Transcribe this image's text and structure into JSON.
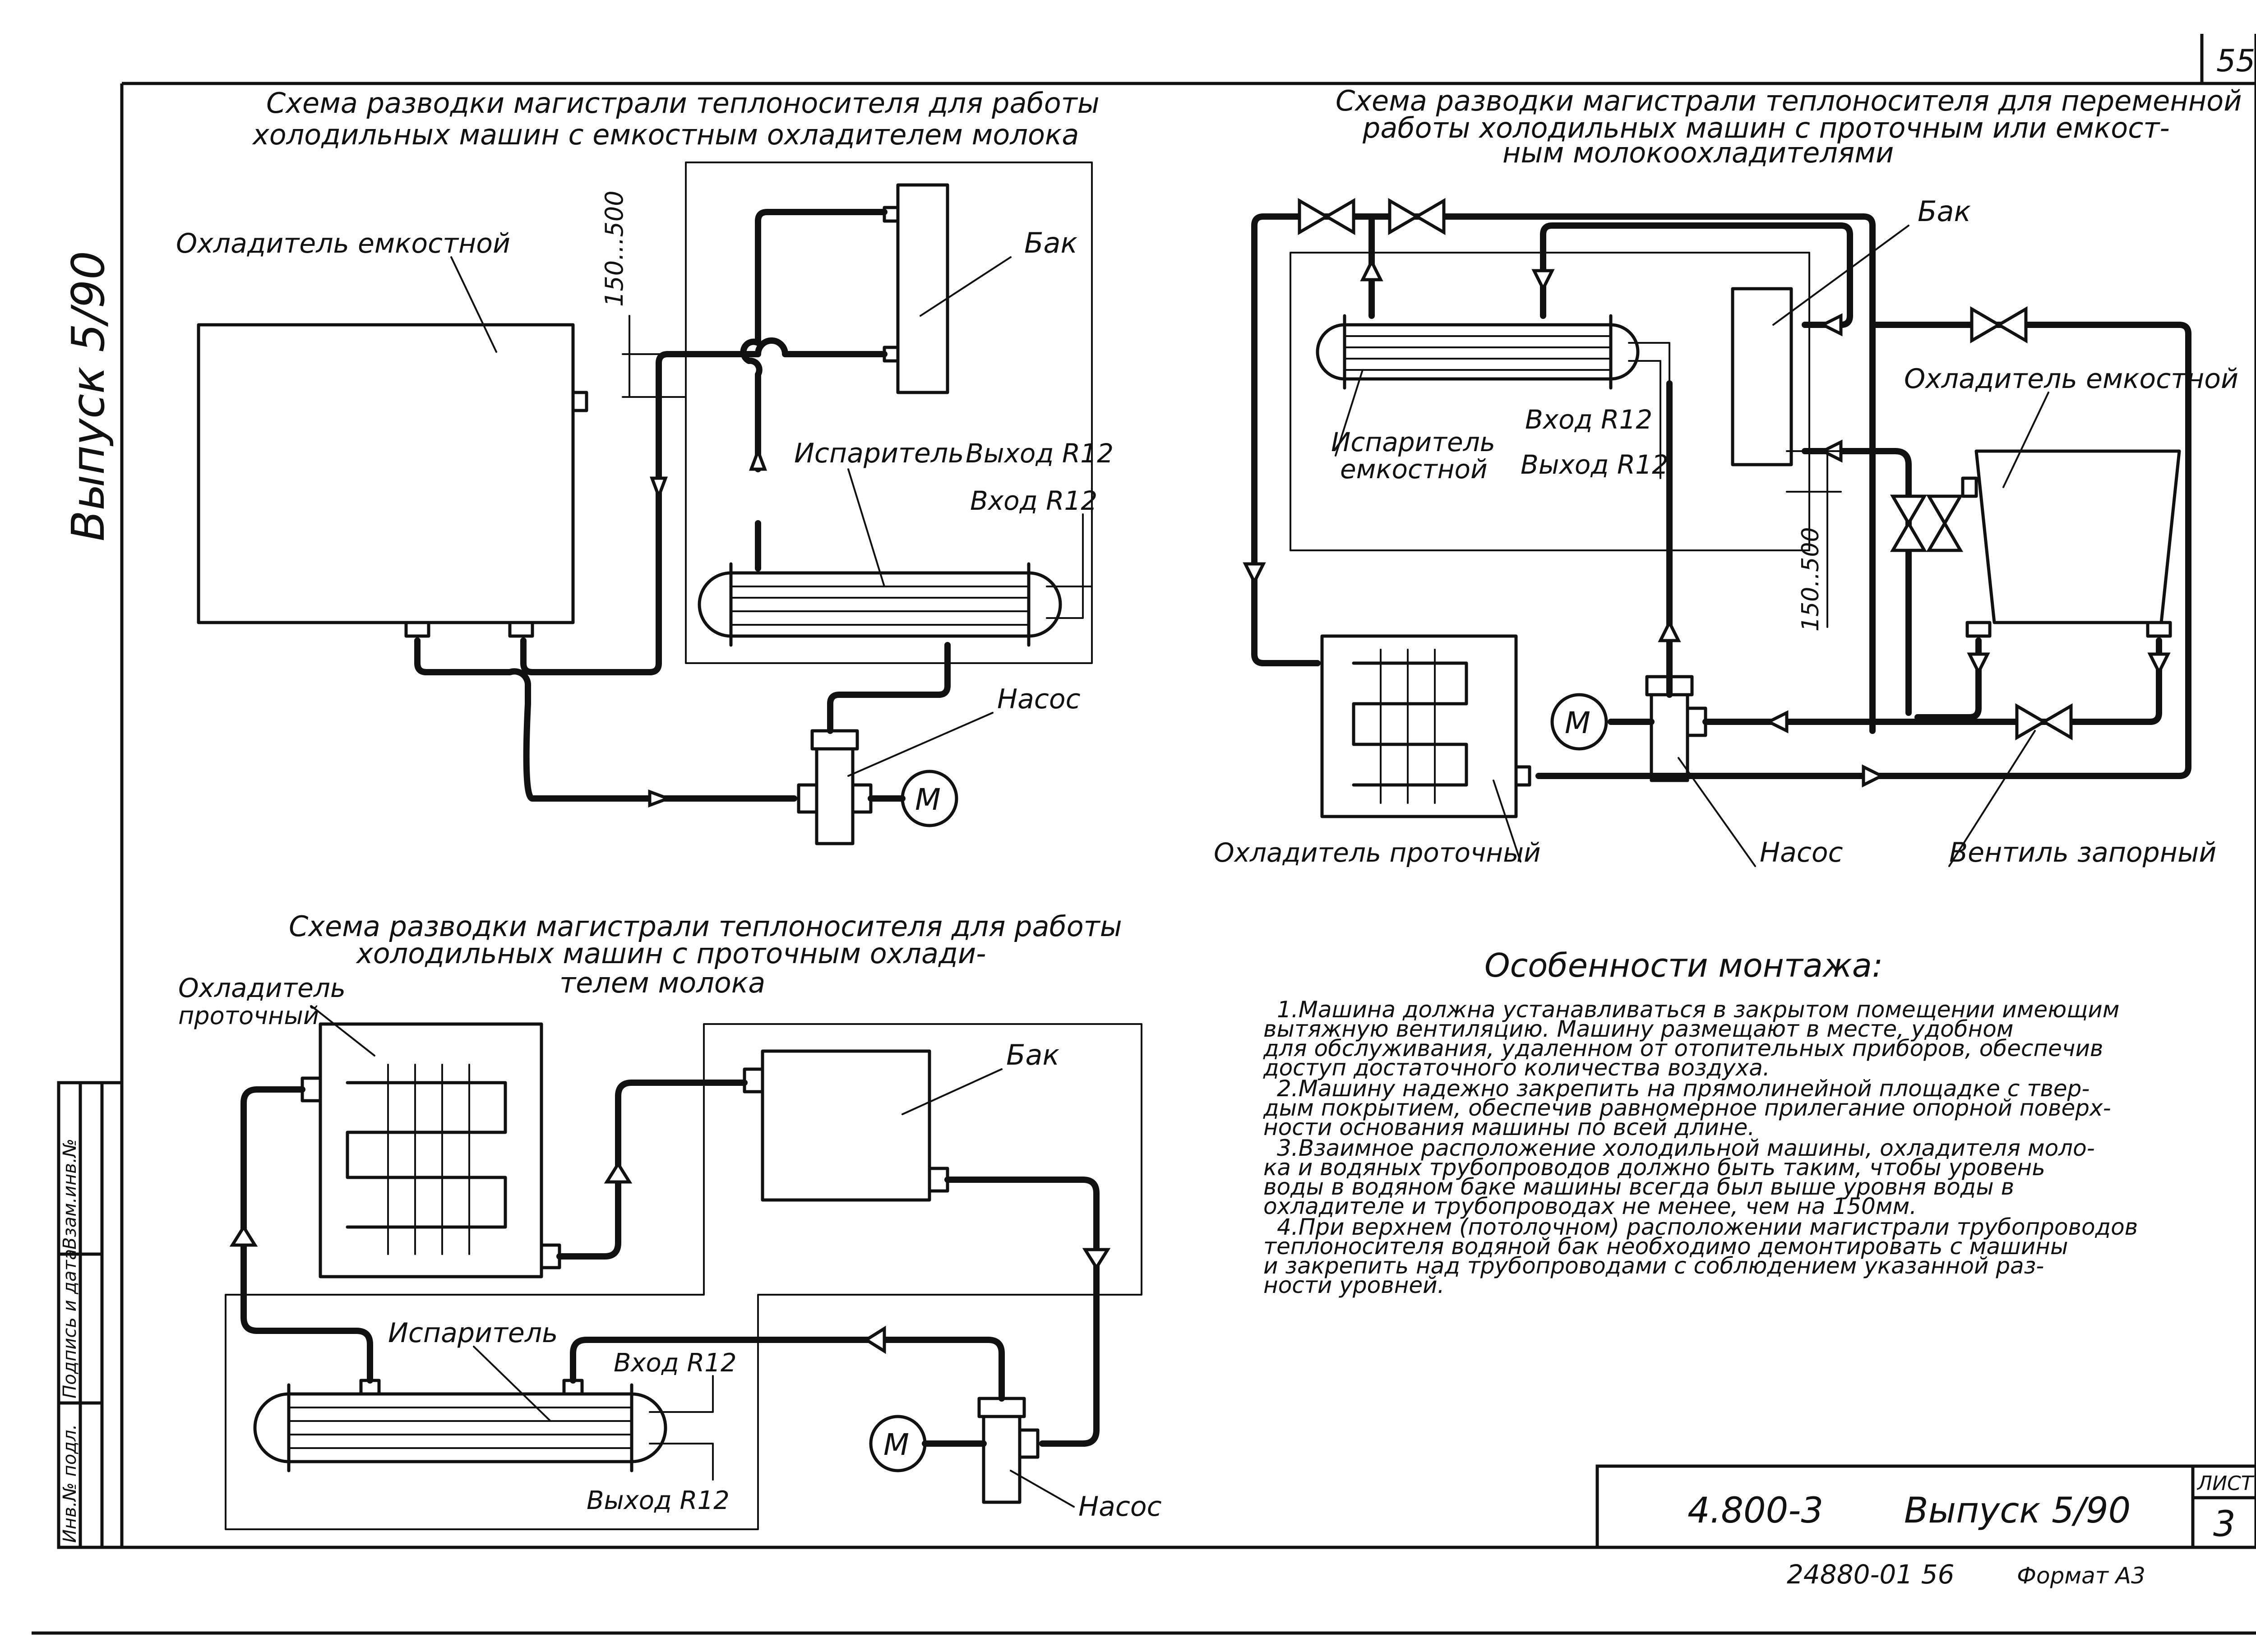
{
  "sheet": {
    "page_number": "55",
    "side_issue": "Выпуск 5/90",
    "code": "4.800-3",
    "issue": "Выпуск 5/90",
    "sheet_label": "ЛИСТ",
    "sheet_no": "3",
    "archive_no": "24880-01 56",
    "format": "Формат А3",
    "stamp_col_1": "Инв.№ подл.",
    "stamp_col_2": "Подпись и дата",
    "stamp_col_3": "Взам.инв.№"
  },
  "schemes": {
    "tank_cooler": {
      "title_line_1": "Схема разводки магистрали теплоносителя для работы",
      "title_line_2": "холодильных машин с емкостным охладителем молока",
      "label_cooler": "Охладитель емкостной",
      "label_tank": "Бак",
      "label_evaporator": "Испаритель",
      "label_out": "Выход R12",
      "label_in": "Вход R12",
      "label_pump": "Насос",
      "label_pump_motor": "М",
      "dimension": "150...500"
    },
    "alternating": {
      "title_line_1": "Схема разводки магистрали теплоносителя для переменной",
      "title_line_2": "работы холодильных машин с проточным или емкост-",
      "title_line_3": "ным молокоохладителями",
      "label_tank": "Бак",
      "label_tank_cooler": "Охладитель емкостной",
      "label_evaporator_1": "Испаритель",
      "label_evaporator_2": "емкостной",
      "label_in": "Вход R12",
      "label_out": "Выход R12",
      "dimension": "150..500",
      "label_motor": "М",
      "label_flow_cooler": "Охладитель проточный",
      "label_pump": "Насос",
      "label_valve": "Вентиль запорный"
    },
    "flow_cooler": {
      "title_line_1": "Схема разводки магистрали теплоносителя для работы",
      "title_line_2": "холодильных машин с проточным охлади-",
      "title_line_3": "телем молока",
      "label_cooler_1": "Охладитель",
      "label_cooler_2": "проточный",
      "label_tank": "Бак",
      "label_evaporator": "Испаритель",
      "label_in": "Вход R12",
      "label_out": "Выход R12",
      "label_motor": "М",
      "label_pump": "Насос"
    }
  },
  "notes": {
    "heading": "Особенности монтажа:",
    "lines": [
      "1.Машина должна устанавливаться в закрытом помещении имеющим",
      "вытяжную вентиляцию. Машину размещают в месте, удобном",
      "для обслуживания, удаленном от отопительных приборов, обеспечив",
      "доступ достаточного количества воздуха.",
      "2.Машину надежно закрепить на прямолинейной площадке с твер-",
      "дым покрытием, обеспечив равномерное прилегание опорной поверх-",
      "ности основания машины по всей длине.",
      "3.Взаимное расположение холодильной машины, охладителя моло-",
      "ка и водяных трубопроводов должно быть таким, чтобы уровень",
      "воды в водяном баке машины всегда был выше уровня воды в",
      "охладителе и трубопроводах не менее, чем на 150мм.",
      "4.При верхнем (потолочном) расположении магистрали трубопроводов",
      "теплоносителя водяной бак необходимо демонтировать с машины",
      "и закрепить над трубопроводами с соблюдением указанной раз-",
      "ности уровней."
    ]
  }
}
